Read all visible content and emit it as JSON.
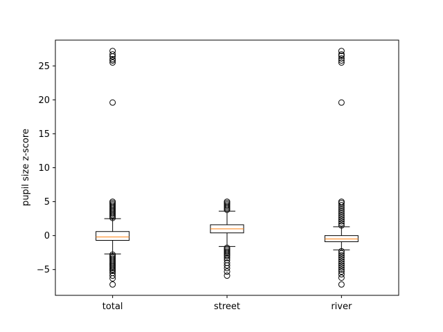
{
  "chart_data": {
    "type": "box",
    "title": "",
    "xlabel": "",
    "ylabel": "pupil size z-score",
    "categories": [
      "total",
      "street",
      "river"
    ],
    "ylim": [
      -8.8,
      28.8
    ],
    "yticks": [
      -5,
      0,
      5,
      10,
      15,
      20,
      25
    ],
    "ytick_labels": [
      "−5",
      "0",
      "5",
      "10",
      "15",
      "20",
      "25"
    ],
    "boxes": [
      {
        "name": "total",
        "whisker_low": -2.7,
        "q1": -0.7,
        "median": -0.2,
        "q3": 0.6,
        "whisker_high": 2.5,
        "outliers_high": [
          2.6,
          2.8,
          3.0,
          3.2,
          3.4,
          3.6,
          3.8,
          4.0,
          4.2,
          4.4,
          4.6,
          4.8,
          5.0,
          19.6,
          25.5,
          25.8,
          26.0,
          26.4,
          26.7,
          27.2
        ],
        "outliers_low": [
          -2.8,
          -3.0,
          -3.2,
          -3.4,
          -3.6,
          -3.8,
          -4.0,
          -4.2,
          -4.4,
          -4.6,
          -4.8,
          -5.0,
          -5.2,
          -5.5,
          -5.9,
          -6.3,
          -7.2
        ]
      },
      {
        "name": "street",
        "whisker_low": -1.6,
        "q1": 0.4,
        "median": 1.0,
        "q3": 1.6,
        "whisker_high": 3.6,
        "outliers_high": [
          3.8,
          4.0,
          4.2,
          4.4,
          4.6,
          4.8,
          5.0
        ],
        "outliers_low": [
          -1.8,
          -2.0,
          -2.2,
          -2.4,
          -2.6,
          -2.8,
          -3.0,
          -3.3,
          -3.6,
          -4.0,
          -4.4,
          -4.8,
          -5.3,
          -5.9
        ]
      },
      {
        "name": "river",
        "whisker_low": -2.1,
        "q1": -0.9,
        "median": -0.5,
        "q3": 0.0,
        "whisker_high": 1.3,
        "outliers_high": [
          1.5,
          1.8,
          2.1,
          2.4,
          2.7,
          3.0,
          3.3,
          3.6,
          3.9,
          4.2,
          4.5,
          4.8,
          5.0,
          19.6,
          25.5,
          25.8,
          26.1,
          26.5,
          26.7,
          27.2
        ],
        "outliers_low": [
          -2.3,
          -2.6,
          -2.9,
          -3.2,
          -3.5,
          -3.8,
          -4.1,
          -4.4,
          -4.7,
          -5.0,
          -5.3,
          -5.7,
          -6.2,
          -7.2
        ]
      }
    ],
    "colors": {
      "box": "#000000",
      "median": "#ff7f0e",
      "outlier": "#000000"
    },
    "grid": false
  }
}
